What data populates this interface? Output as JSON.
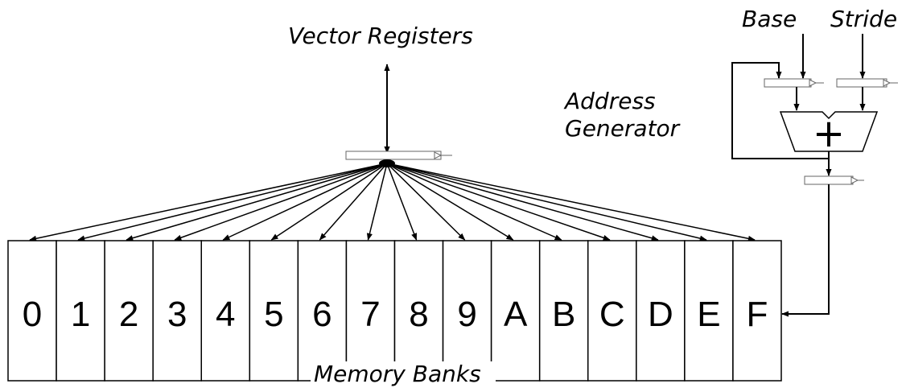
{
  "labels": {
    "vector_registers": "Vector Registers",
    "address_line1": "Address",
    "address_line2": "Generator",
    "base": "Base",
    "stride": "Stride",
    "memory_banks": "Memory Banks",
    "adder_symbol": "+"
  },
  "banks": [
    "0",
    "1",
    "2",
    "3",
    "4",
    "5",
    "6",
    "7",
    "8",
    "9",
    "A",
    "B",
    "C",
    "D",
    "E",
    "F"
  ]
}
